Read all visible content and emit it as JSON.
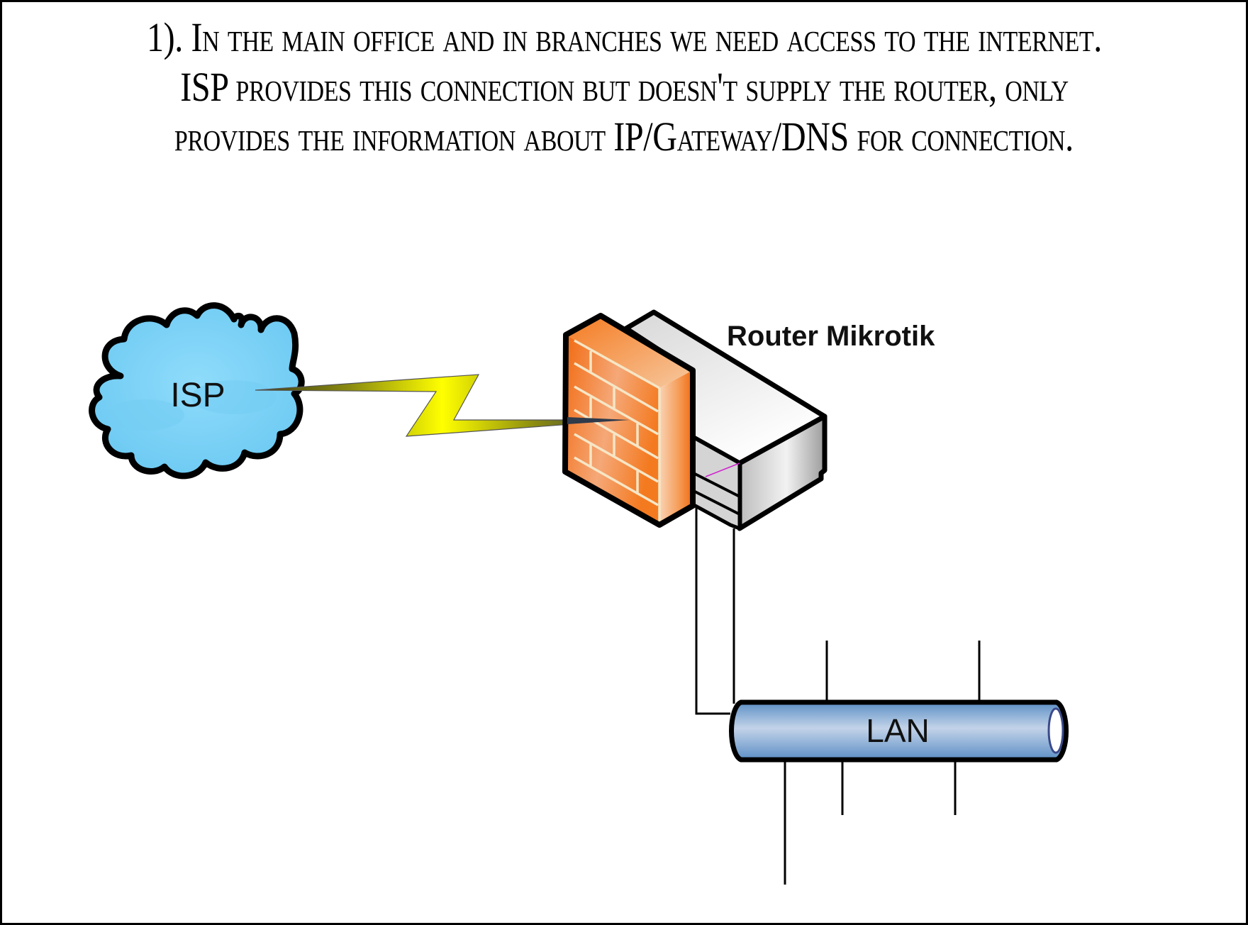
{
  "heading": {
    "lines": [
      "1). In the main office and in branches we need access to the internet.",
      "ISP provides this connection but doesn't supply the router, only",
      "provides the information about IP/Gateway/DNS for connection."
    ]
  },
  "diagram": {
    "cloud": {
      "label": "ISP",
      "icon": "cloud-icon",
      "fill": "#7dd3f7",
      "stroke": "#000000"
    },
    "link": {
      "type": "wan-lightning-link",
      "icon": "lightning-bolt-icon",
      "fill": "#f2f200"
    },
    "router": {
      "label": "Router Mikrotik",
      "icon": "firewall-router-icon",
      "firewall_color": "#f47a20",
      "body_color": "#e6e6e6"
    },
    "lan": {
      "label": "LAN",
      "icon": "lan-bus-icon",
      "fill": "#6d9ccc"
    }
  }
}
